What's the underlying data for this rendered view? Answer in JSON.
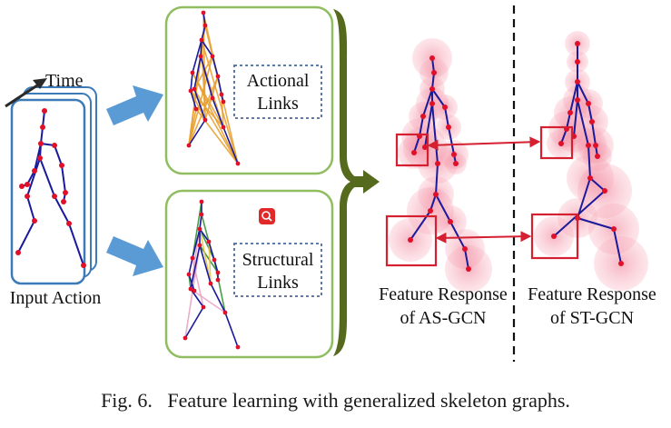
{
  "input": {
    "time_label": "Time",
    "caption": "Input Action"
  },
  "actional": {
    "label_line1": "Actional",
    "label_line2": "Links"
  },
  "structural": {
    "label_line1": "Structural",
    "label_line2": "Links"
  },
  "as_gcn": {
    "label_line1": "Feature Response",
    "label_line2": "of AS-GCN"
  },
  "st_gcn": {
    "label_line1": "Feature Response",
    "label_line2": "of ST-GCN"
  },
  "figure_caption": {
    "number": "Fig. 6.",
    "text": "Feature learning with generalized skeleton graphs."
  },
  "colors": {
    "frame_border": "#3d7ab8",
    "arrow_blue": "#5b9bd5",
    "panel_border": "#8fbd5f",
    "brace": "#566a1e",
    "bone": "#1a1a9a",
    "joint": "#e0102a",
    "actional_link": "#e8a030",
    "response": "#f07890",
    "highlight_box": "#d42030",
    "dashed_label_border": "#4a6a9a"
  },
  "icons": {
    "search_badge": "magnifier-icon"
  }
}
